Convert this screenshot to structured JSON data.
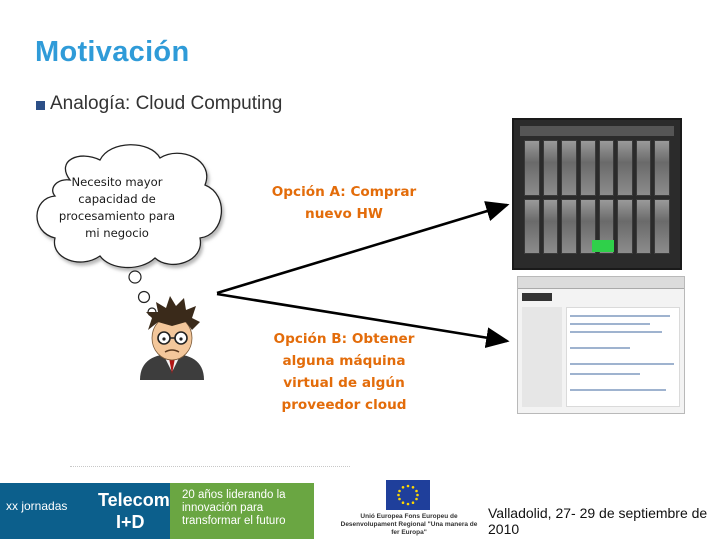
{
  "slide": {
    "title": "Motivación",
    "bullet": "Analogía: Cloud Computing"
  },
  "thought": {
    "text": "Necesito mayor capacidad de procesamiento para mi negocio"
  },
  "options": {
    "a": "Opción A: Comprar nuevo HW",
    "b": "Opción B: Obtener alguna máquina virtual de algún proveedor cloud"
  },
  "footer": {
    "jornadas": "xx jornadas",
    "telecom": "Telecom",
    "imasd": "I+D",
    "anios": "20 años liderando la innovación para transformar el futuro",
    "eu_caption": "Unió Europea Fons Europeu de Desenvolupament Regional \"Una manera de fer Europa\"",
    "venue": "Valladolid, 27- 29 de septiembre de 2010"
  },
  "colors": {
    "title": "#2f9bd8",
    "option_text": "#e36c0a",
    "footer_blue": "#0c5f8c",
    "footer_green": "#6aa642"
  },
  "icons": [
    "bullet-square-icon",
    "thought-cloud-icon",
    "thinking-person-icon",
    "blade-server-image",
    "cloud-console-screenshot",
    "eu-flag-icon"
  ]
}
